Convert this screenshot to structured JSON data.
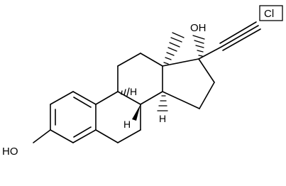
{
  "molecule": {
    "labels": {
      "oh_top": "OH",
      "oh_left": "HO",
      "cl": "Cl",
      "h": "H"
    }
  }
}
